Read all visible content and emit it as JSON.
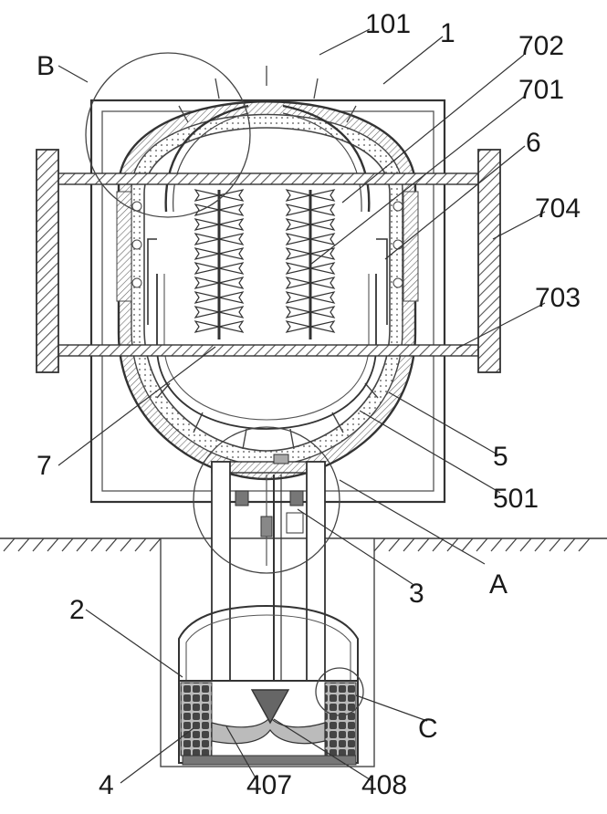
{
  "diagram": {
    "labels": {
      "l101": "101",
      "l1": "1",
      "l702": "702",
      "l701": "701",
      "l6": "6",
      "l704": "704",
      "l703": "703",
      "l5": "5",
      "l501": "501",
      "lA": "A",
      "l3": "3",
      "lB": "B",
      "l7": "7",
      "l2": "2",
      "lC": "C",
      "l4": "4",
      "l407": "407",
      "l408": "408"
    }
  }
}
